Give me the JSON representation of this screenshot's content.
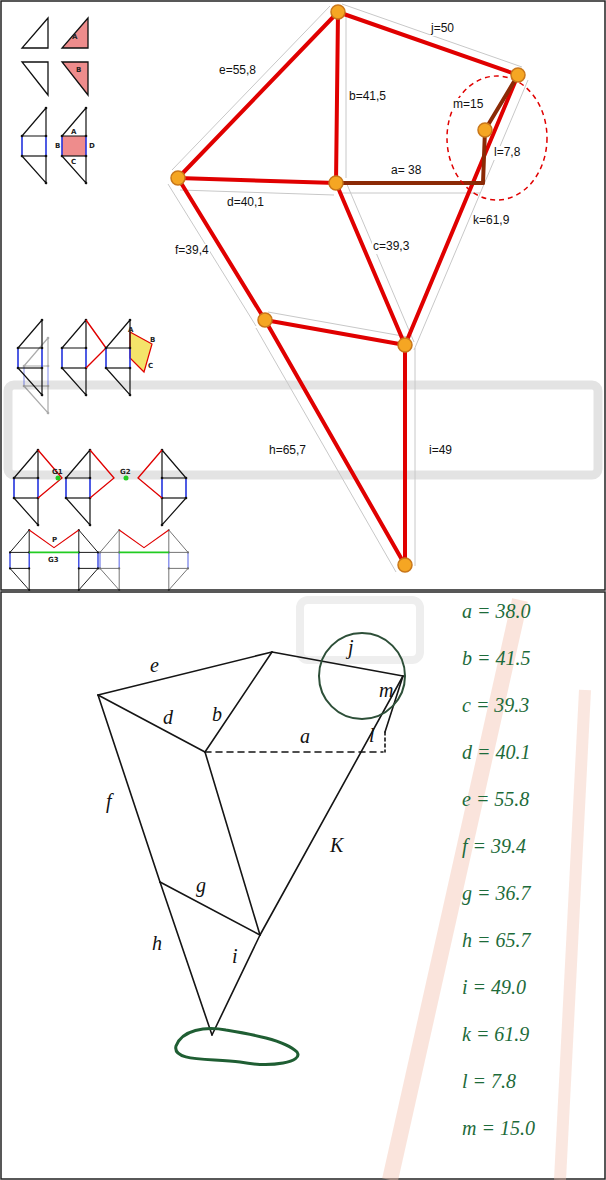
{
  "diagram": {
    "labels": [
      "j=50",
      "e=55,8",
      "b=41,5",
      "m=15",
      "a= 38",
      "l=7,8",
      "d=40,1",
      "f=39,4",
      "c=39,3",
      "k=61,9",
      "h=65,7",
      "i=49",
      "A",
      "B",
      "A",
      "B",
      "D",
      "C",
      "A",
      "B",
      "C",
      "G1",
      "G2",
      "P",
      "G3",
      "e",
      "b",
      "j",
      "d",
      "a",
      "l",
      "m",
      "f",
      "g",
      "K",
      "h",
      "i",
      "a = 38.0",
      "b = 41.5",
      "c = 39.3",
      "d = 40.1",
      "e = 55.8",
      "f = 39.4",
      "g = 36.7",
      "h = 65.7",
      "i = 49.0",
      "k = 61.9",
      "l = 7.8",
      "m = 15.0"
    ]
  }
}
